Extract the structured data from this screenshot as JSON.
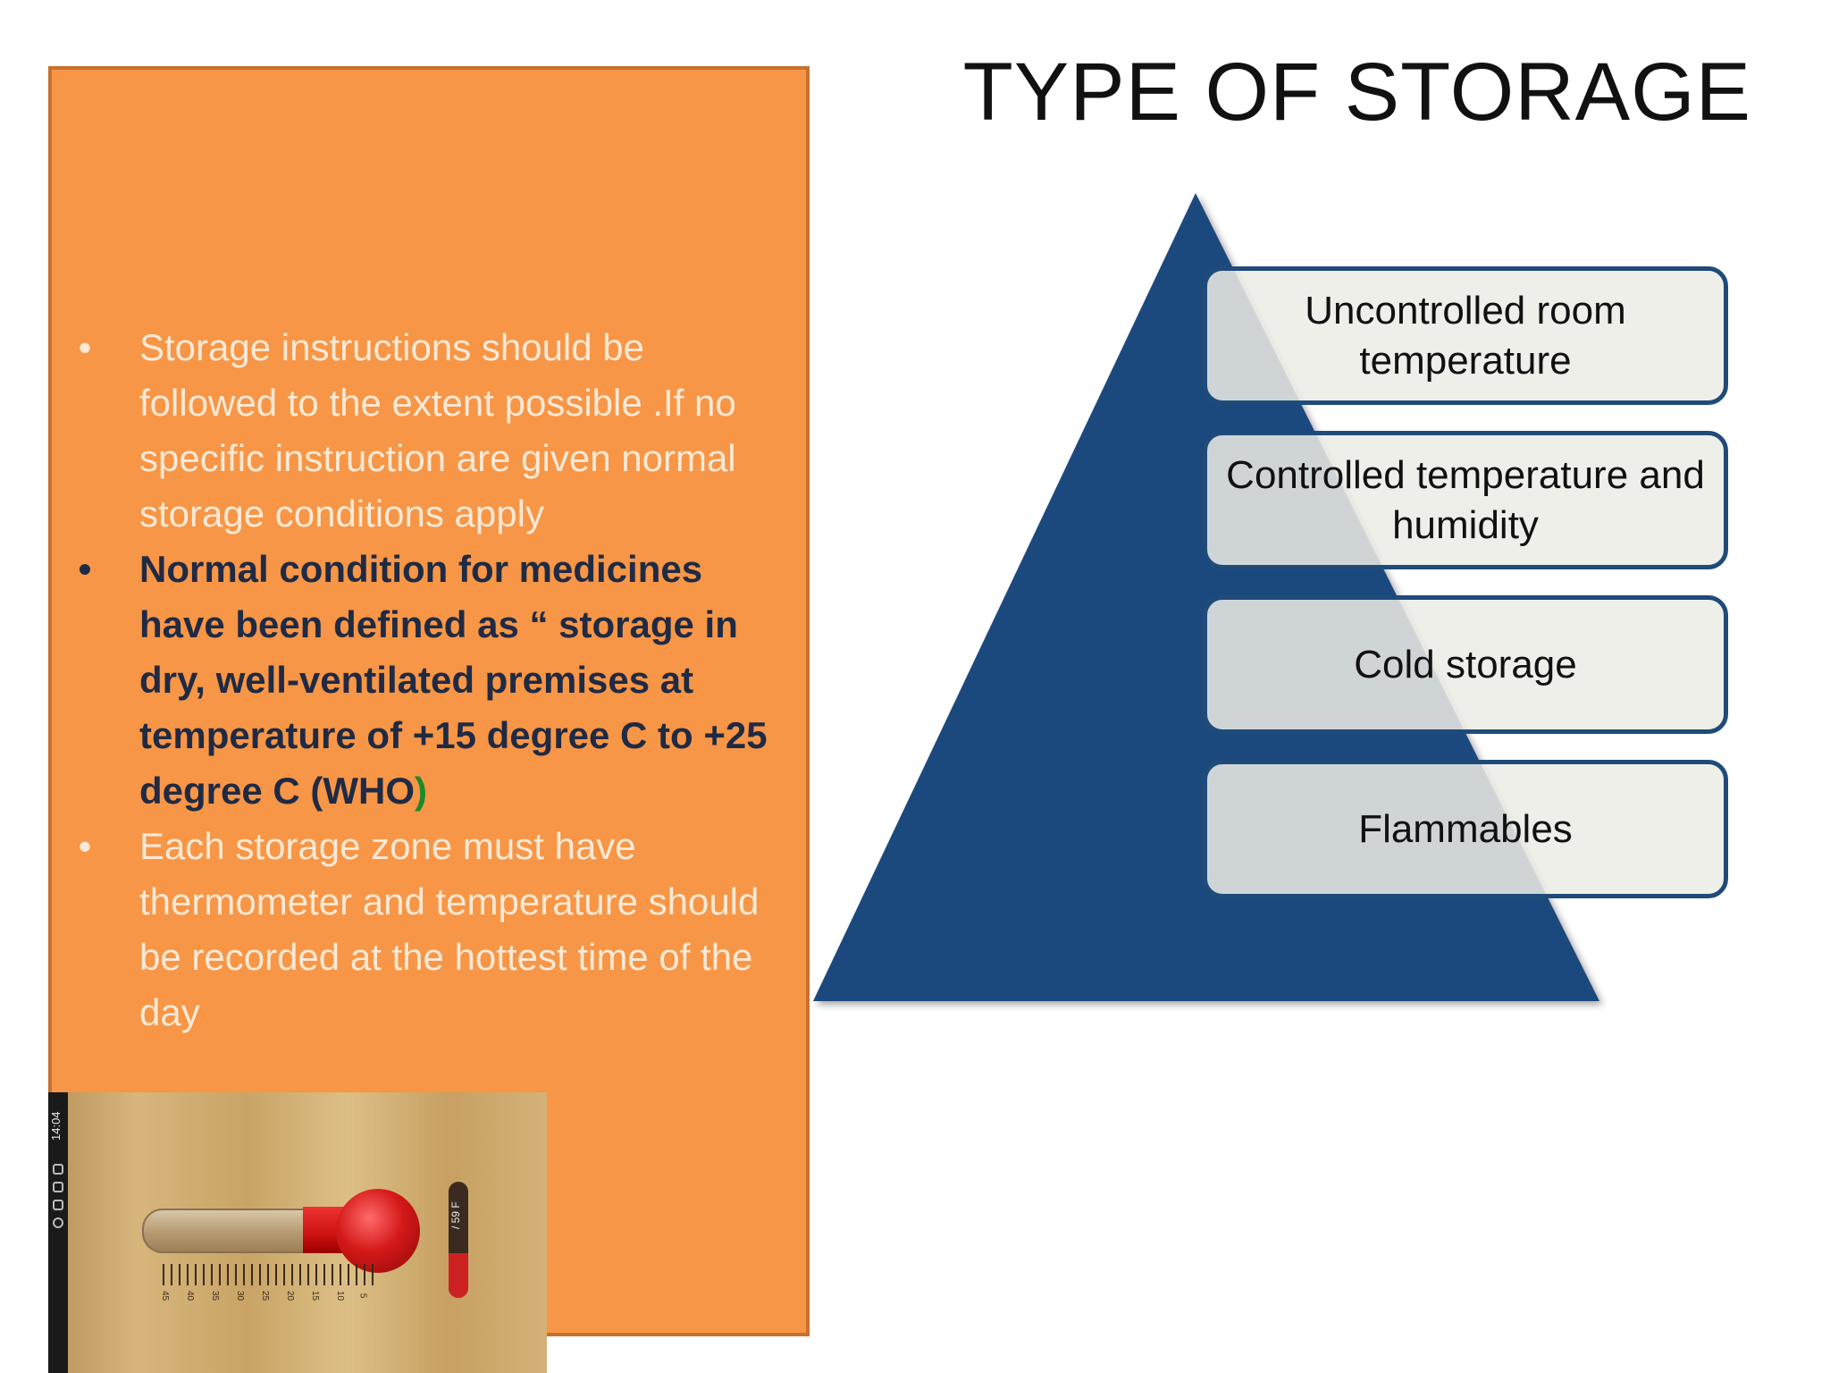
{
  "slide": {
    "title": "TYPE OF STORAGE",
    "bullets": [
      {
        "marker": "•",
        "text": "Storage instructions should be followed to the extent possible .If no specific instruction are given normal storage conditions apply"
      },
      {
        "marker": "•",
        "text": "Normal condition for medicines have been defined as “ storage in dry, well-ventilated premises at temperature of +15 degree C to +25 degree C (WHO",
        "suffix": ")"
      },
      {
        "marker": "•",
        "text": "Each storage zone must have thermometer and temperature should be recorded at the hottest time of the day"
      }
    ],
    "storage_types": [
      "Uncontrolled room temperature",
      "Controlled temperature and humidity",
      "Cold storage",
      "Flammables"
    ],
    "thermometer_image": {
      "status_time": "14:04",
      "gauge_reading": "/ 59 F",
      "scale_labels": [
        "45",
        "40",
        "35",
        "30",
        "25",
        "20",
        "15",
        "10",
        "5"
      ]
    },
    "colors": {
      "panel_orange": "#f79646",
      "pyramid_blue": "#1f497d",
      "box_border": "#1f4b7a",
      "highlight_green": "#1a8a2a"
    }
  }
}
